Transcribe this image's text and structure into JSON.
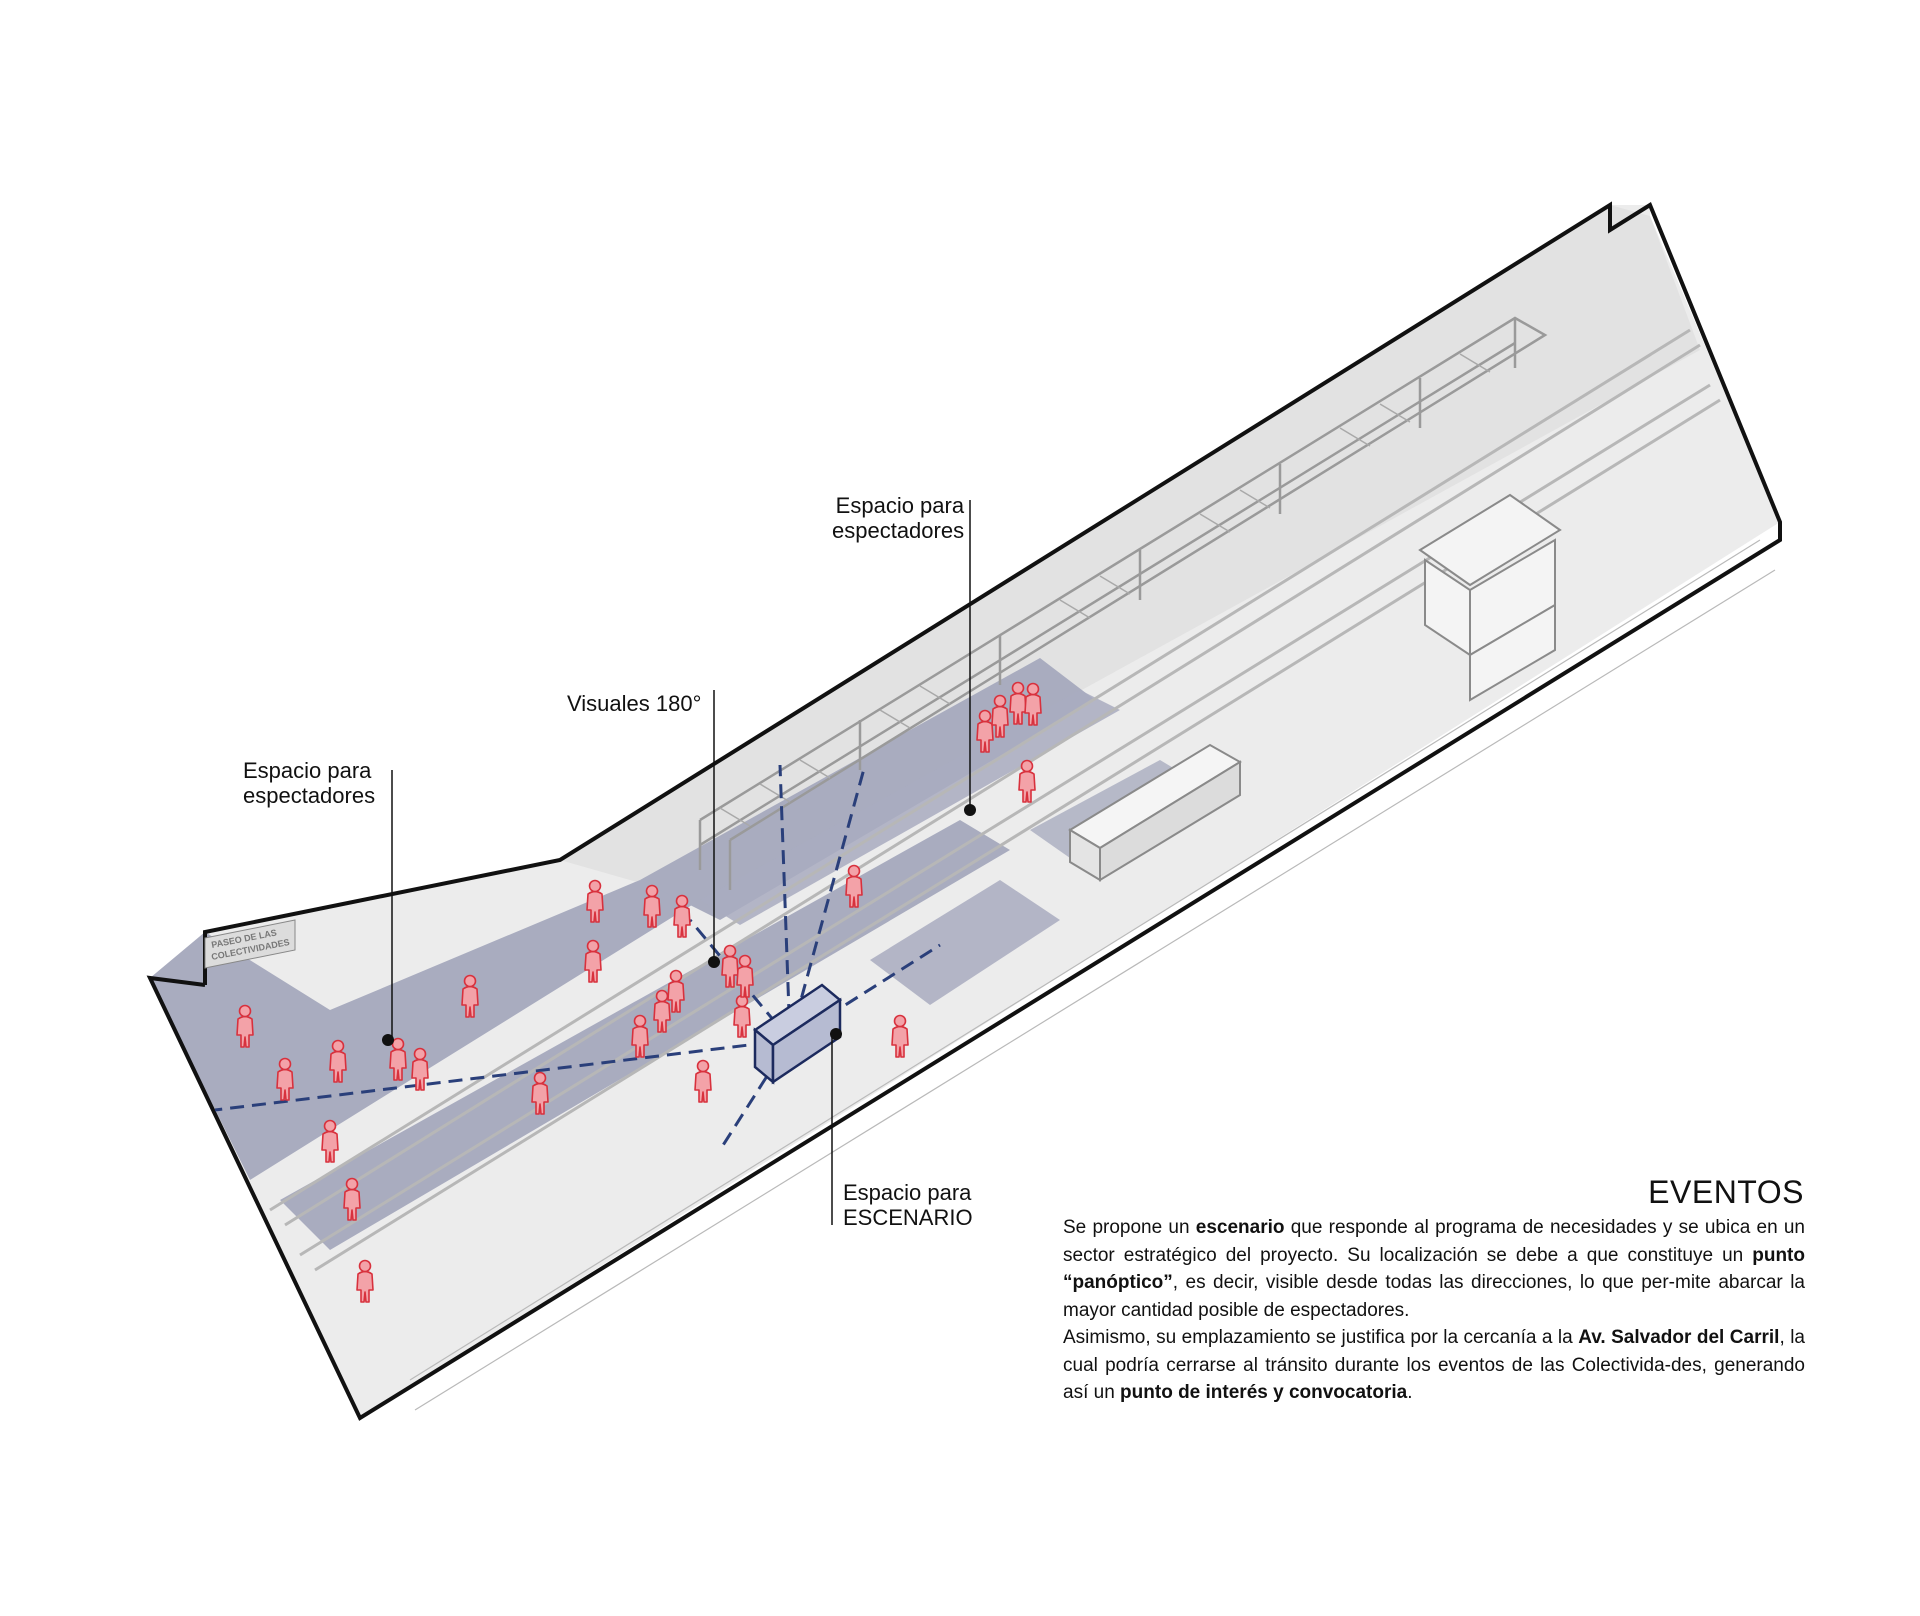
{
  "diagram": {
    "sign_text": [
      "PASEO DE LAS",
      "COLECTIVIDADES"
    ],
    "colors": {
      "outline": "#111111",
      "ground": "#ececec",
      "spectator_zone": "#a9acbf",
      "sightline": "#2a3f7a",
      "person_fill": "#f3a2a8",
      "person_stroke": "#d8313d",
      "structure": "#9a9a9a",
      "stage": "#1c2a5e"
    },
    "icons": [
      "person-icon",
      "pergola",
      "playground-swing",
      "stage-box",
      "signal-house"
    ]
  },
  "callouts": {
    "spectators_left": [
      "Espacio para",
      "espectadores"
    ],
    "visuals": "Visuales 180°",
    "spectators_top": [
      "Espacio para",
      "espectadores"
    ],
    "stage": [
      "Espacio para",
      "ESCENARIO"
    ]
  },
  "eventos": {
    "title": "EVENTOS",
    "p1": [
      {
        "t": "Se propone un ",
        "b": false
      },
      {
        "t": "escenario",
        "b": true
      },
      {
        "t": " que responde al programa de necesidades y se ubica en un sector estratégico del proyecto. Su localización se debe a que constituye un ",
        "b": false
      },
      {
        "t": "punto “panóptico”",
        "b": true
      },
      {
        "t": ", es decir, visible desde todas las direcciones, lo que per-mite abarcar la mayor cantidad posible de espectadores.",
        "b": false
      }
    ],
    "p2": [
      {
        "t": "Asimismo, su emplazamiento se justifica por la cercanía a la ",
        "b": false
      },
      {
        "t": "Av. Salvador del Carril",
        "b": true
      },
      {
        "t": ", la cual podría cerrarse al tránsito durante los eventos de las Colectivida-des, generando así un ",
        "b": false
      },
      {
        "t": "punto de interés y convocatoria",
        "b": true
      },
      {
        "t": ".",
        "b": false
      }
    ]
  }
}
